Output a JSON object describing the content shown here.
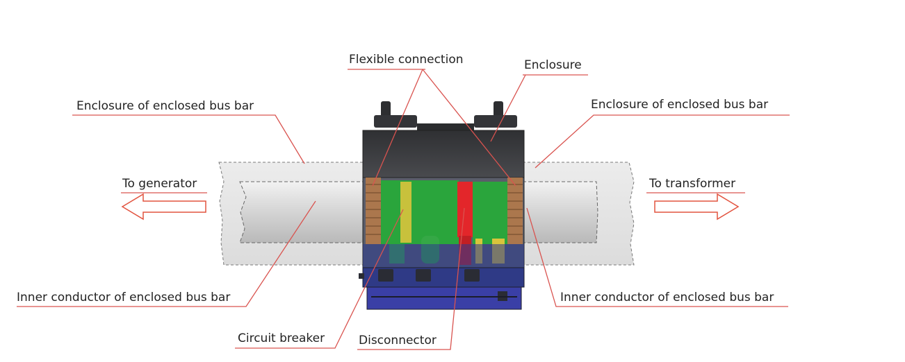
{
  "labels": {
    "flexible_connection": "Flexible connection",
    "enclosure": "Enclosure",
    "enclosure_bus_left": "Enclosure of enclosed bus bar",
    "enclosure_bus_right": "Enclosure of enclosed bus bar",
    "to_generator": "To generator",
    "to_transformer": "To transformer",
    "inner_conductor_left": "Inner conductor of enclosed bus bar",
    "inner_conductor_right": "Inner conductor of enclosed bus bar",
    "circuit_breaker": "Circuit breaker",
    "disconnector": "Disconnector"
  },
  "colors": {
    "leader": "#d9534f",
    "arrow": "#e2533f",
    "enclosure_tube": "#e6e6e6",
    "conductor": "#d2d2d2",
    "breaker_green": "#2aa53c",
    "disconnector_red": "#e3262a",
    "housing_dark": "#3c3d40",
    "base_blue": "#3a3fa6"
  }
}
